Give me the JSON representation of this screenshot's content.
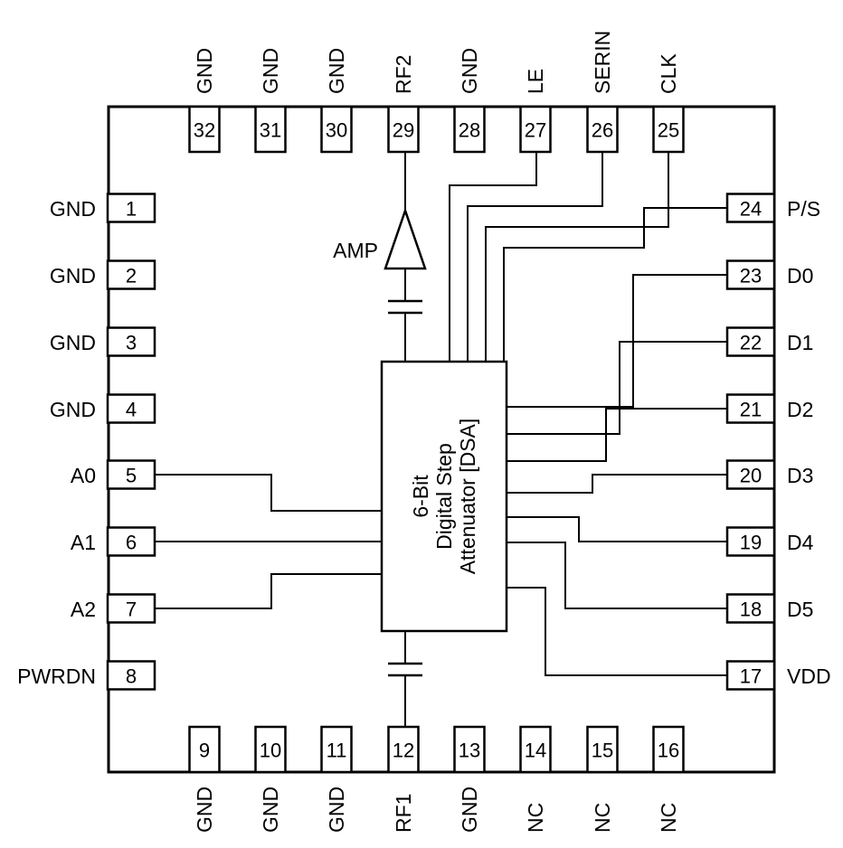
{
  "diagram": {
    "background_color": "#ffffff",
    "line_color": "#000000",
    "block": {
      "lines": [
        "6-Bit",
        "Digital Step",
        "Attenuator [DSA]"
      ]
    },
    "amp_label": "AMP",
    "pins": {
      "top": [
        {
          "num": "32",
          "label": "GND"
        },
        {
          "num": "31",
          "label": "GND"
        },
        {
          "num": "30",
          "label": "GND"
        },
        {
          "num": "29",
          "label": "RF2"
        },
        {
          "num": "28",
          "label": "GND"
        },
        {
          "num": "27",
          "label": "LE"
        },
        {
          "num": "26",
          "label": "SERIN"
        },
        {
          "num": "25",
          "label": "CLK"
        }
      ],
      "left": [
        {
          "num": "1",
          "label": "GND"
        },
        {
          "num": "2",
          "label": "GND"
        },
        {
          "num": "3",
          "label": "GND"
        },
        {
          "num": "4",
          "label": "GND"
        },
        {
          "num": "5",
          "label": "A0"
        },
        {
          "num": "6",
          "label": "A1"
        },
        {
          "num": "7",
          "label": "A2"
        },
        {
          "num": "8",
          "label": "PWRDN"
        }
      ],
      "right": [
        {
          "num": "24",
          "label": "P/S"
        },
        {
          "num": "23",
          "label": "D0"
        },
        {
          "num": "22",
          "label": "D1"
        },
        {
          "num": "21",
          "label": "D2"
        },
        {
          "num": "20",
          "label": "D3"
        },
        {
          "num": "19",
          "label": "D4"
        },
        {
          "num": "18",
          "label": "D5"
        },
        {
          "num": "17",
          "label": "VDD"
        }
      ],
      "bottom": [
        {
          "num": "9",
          "label": "GND"
        },
        {
          "num": "10",
          "label": "GND"
        },
        {
          "num": "11",
          "label": "GND"
        },
        {
          "num": "12",
          "label": "RF1"
        },
        {
          "num": "13",
          "label": "GND"
        },
        {
          "num": "14",
          "label": "NC"
        },
        {
          "num": "15",
          "label": "NC"
        },
        {
          "num": "16",
          "label": "NC"
        }
      ]
    }
  }
}
